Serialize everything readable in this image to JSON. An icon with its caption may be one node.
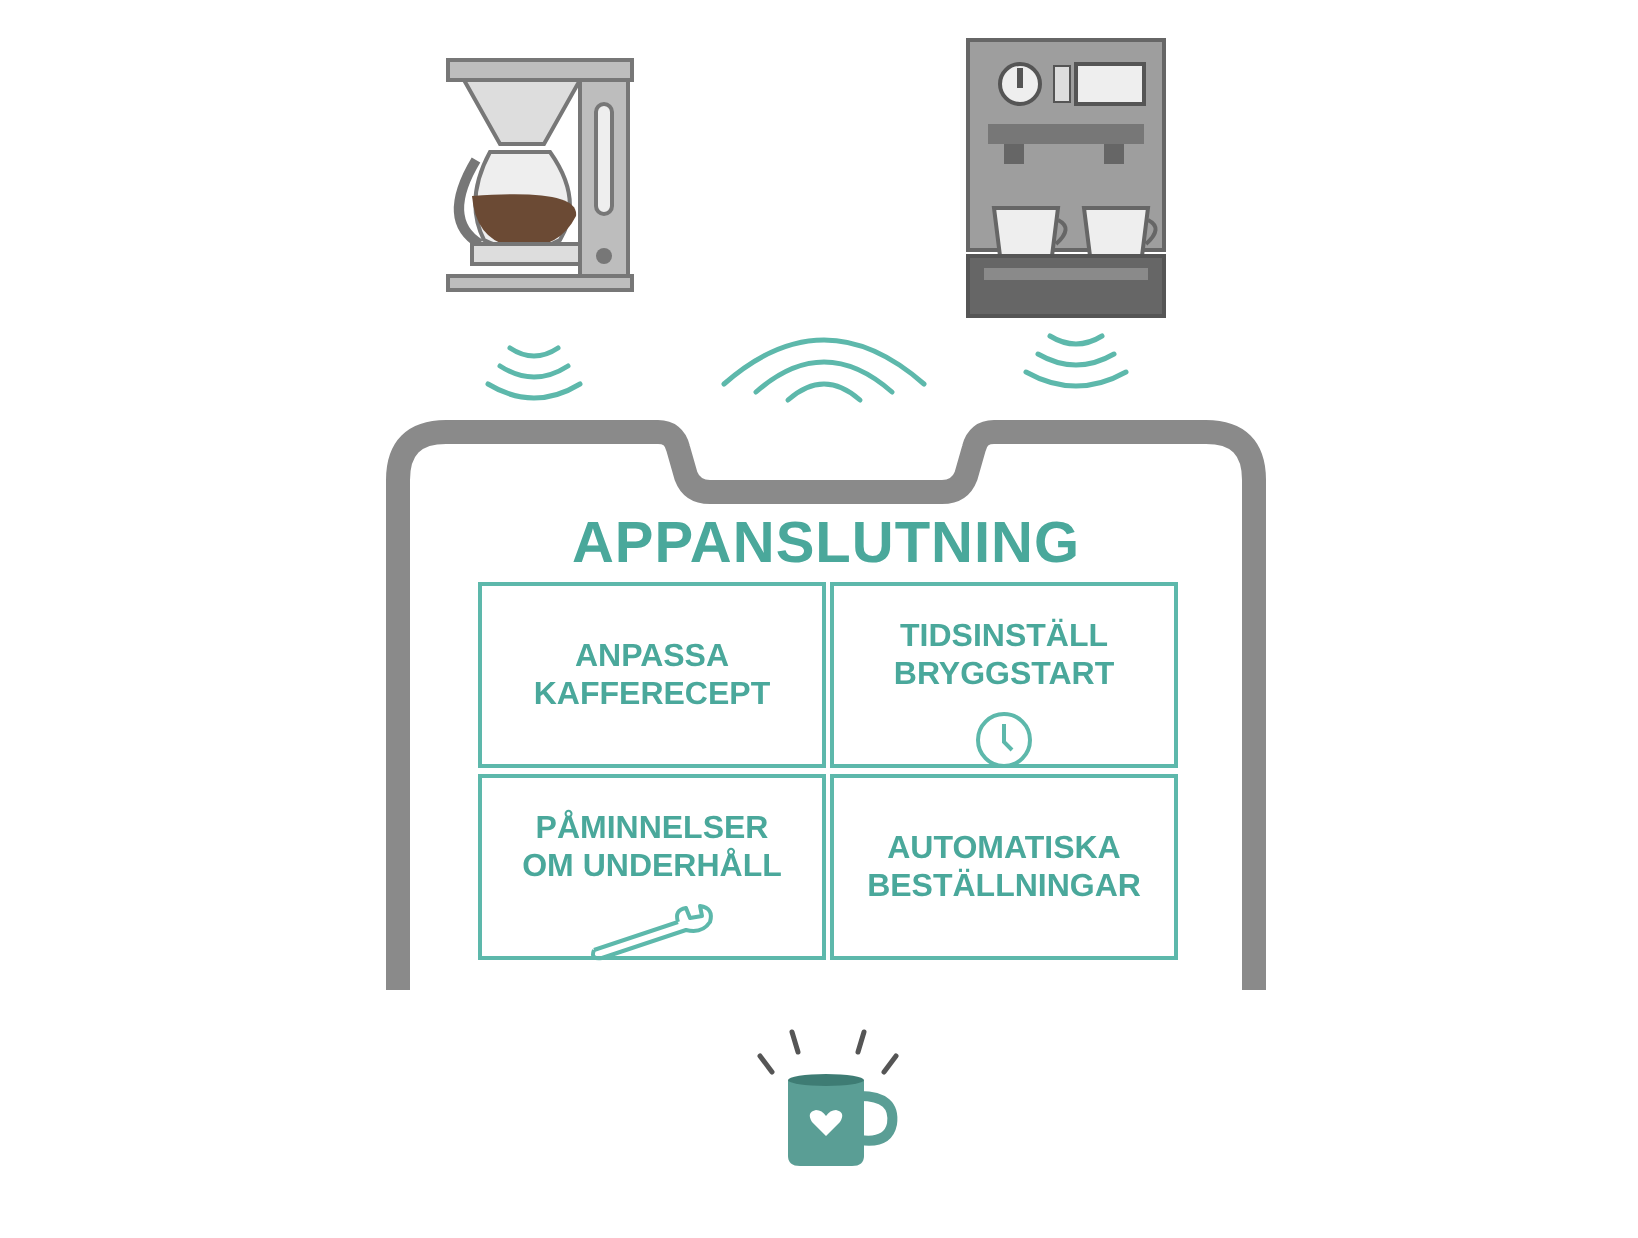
{
  "diagram": {
    "nodes": [
      {
        "text": [
          "APPANSLUTNING"
        ]
      },
      {
        "text": [
          "ANPASSA KAFFERECEPT"
        ],
        "in": 0
      },
      {
        "text": [
          "TIDSINSTÄLL BRYGGSTART"
        ],
        "in": 0
      },
      {
        "text": [
          "PÅMINNELSER OM UNDERHÅLL"
        ],
        "in": 0
      },
      {
        "text": [
          "AUTOMATISKA BESTÄLLNINGAR"
        ],
        "in": 0
      }
    ]
  }
}
